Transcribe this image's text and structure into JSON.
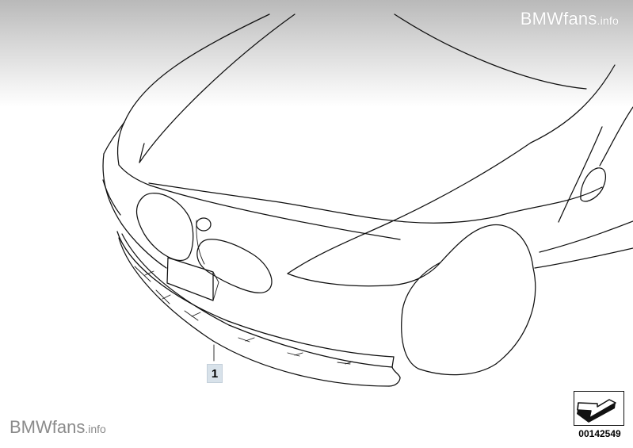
{
  "watermark": {
    "top_main": "BMWfans",
    "top_suffix": ".info",
    "bottom_main": "BMWfans",
    "bottom_suffix": ".info"
  },
  "diagram": {
    "part_callout": "1",
    "diagram_number": "00142549"
  },
  "colors": {
    "line": "#101010",
    "callout_fill": "#d8e2ea",
    "watermark_bottom": "#8b8b8b"
  }
}
